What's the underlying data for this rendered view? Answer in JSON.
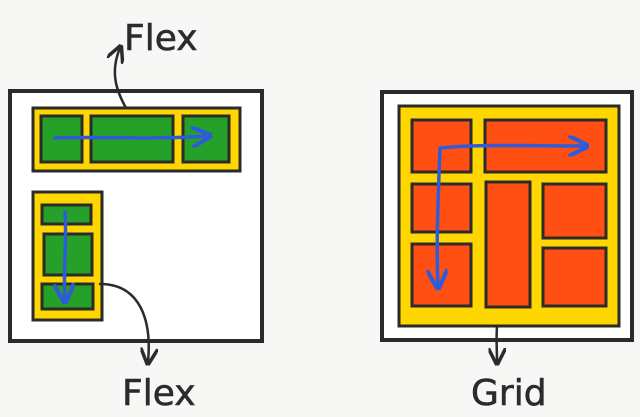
{
  "labels": {
    "flex_top": "Flex",
    "flex_bottom": "Flex",
    "grid": "Grid"
  },
  "colors": {
    "background": "#f7f7f5",
    "frame": "#ffffff",
    "ink": "#2b2b2b",
    "container": "#ffd600",
    "flex_item": "#25a12a",
    "grid_item": "#ff4f12",
    "arrow": "#2f5bd8"
  },
  "icons": {
    "flow_arrow": "arrow-right-icon",
    "flow_arrow_down": "arrow-down-icon",
    "callout_arrow": "callout-arrow-icon"
  }
}
